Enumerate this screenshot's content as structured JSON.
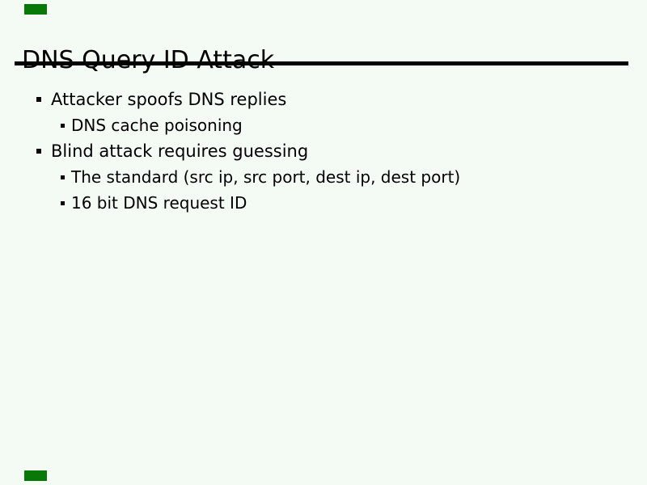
{
  "slide": {
    "title": "DNS Query ID Attack",
    "bullets": [
      {
        "level": 1,
        "text": "Attacker spoofs DNS replies"
      },
      {
        "level": 2,
        "text": "DNS cache poisoning"
      },
      {
        "level": 1,
        "text": "Blind attack requires guessing"
      },
      {
        "level": 2,
        "text": "The standard (src ip, src port, dest ip, dest port)"
      },
      {
        "level": 2,
        "text": "16 bit DNS request ID"
      }
    ],
    "colors": {
      "background": "#f4faf4",
      "text": "#000000",
      "corner_marker_green": "#087808",
      "rule": "#000000"
    }
  }
}
